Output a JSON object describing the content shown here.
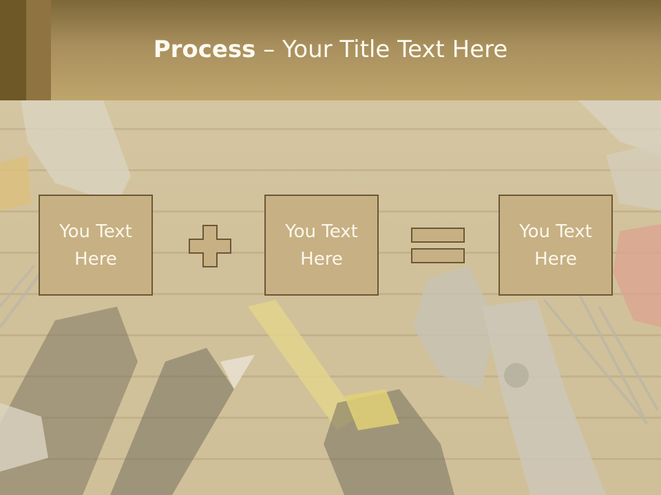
{
  "slide": {
    "title_bold": "Process",
    "title_rest": " – Your Title Text Here"
  },
  "process": {
    "box1": "You Text\nHere",
    "box2": "You Text\nHere",
    "box3": "You Text\nHere",
    "operator1": "plus-icon",
    "operator2": "equals-icon"
  },
  "colors": {
    "header": "#a88f5d",
    "box_fill": "#c7b083",
    "box_border": "#6b5734",
    "text": "#fbf7ec"
  }
}
